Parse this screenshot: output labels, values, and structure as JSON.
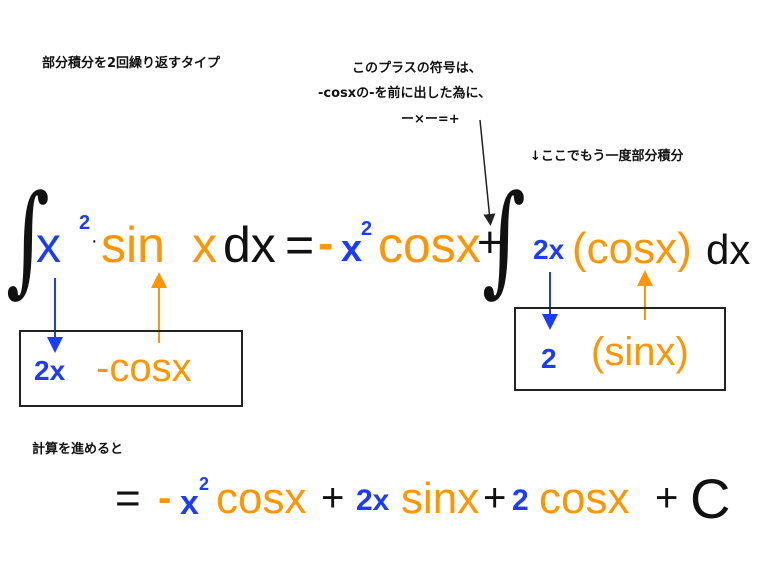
{
  "notes": {
    "title": "部分積分を2回繰り返すタイプ",
    "plus_explanation": [
      "このプラスの符号は、",
      "-cosxの-を前に出した為に、",
      "ー×ー=+"
    ],
    "again": "↓ここでもう一度部分積分",
    "continue": "計算を進めると"
  },
  "colors": {
    "blue": "#1a3cff",
    "orange": "#ff9500",
    "black": "#111111"
  },
  "equation1": {
    "integral": "∫",
    "x": "x",
    "x_exp": "2",
    "dot": "·",
    "sin": "sin",
    "sinx_x": "x",
    "dx": "dx",
    "equals": "=",
    "minus": "-",
    "x2": "x",
    "x2_exp": "2",
    "cosx": "cosx",
    "plus": "+",
    "integral2": "∫",
    "two_x": "2x",
    "cosx_paren": "(cosx)",
    "dx2": "dx"
  },
  "box1": {
    "derivative": "2x",
    "antiderivative": "-cosx"
  },
  "box2": {
    "derivative": "2",
    "antiderivative": "(sinx)"
  },
  "result": {
    "equals": "=",
    "minus": "-",
    "x": "x",
    "x_exp": "2",
    "cosx1": "cosx",
    "plus1": "+",
    "two_x": "2x",
    "sinx": "sinx",
    "plus2": "+",
    "two": "2",
    "cosx2": "cosx",
    "plus3": "+",
    "constant": "C"
  }
}
